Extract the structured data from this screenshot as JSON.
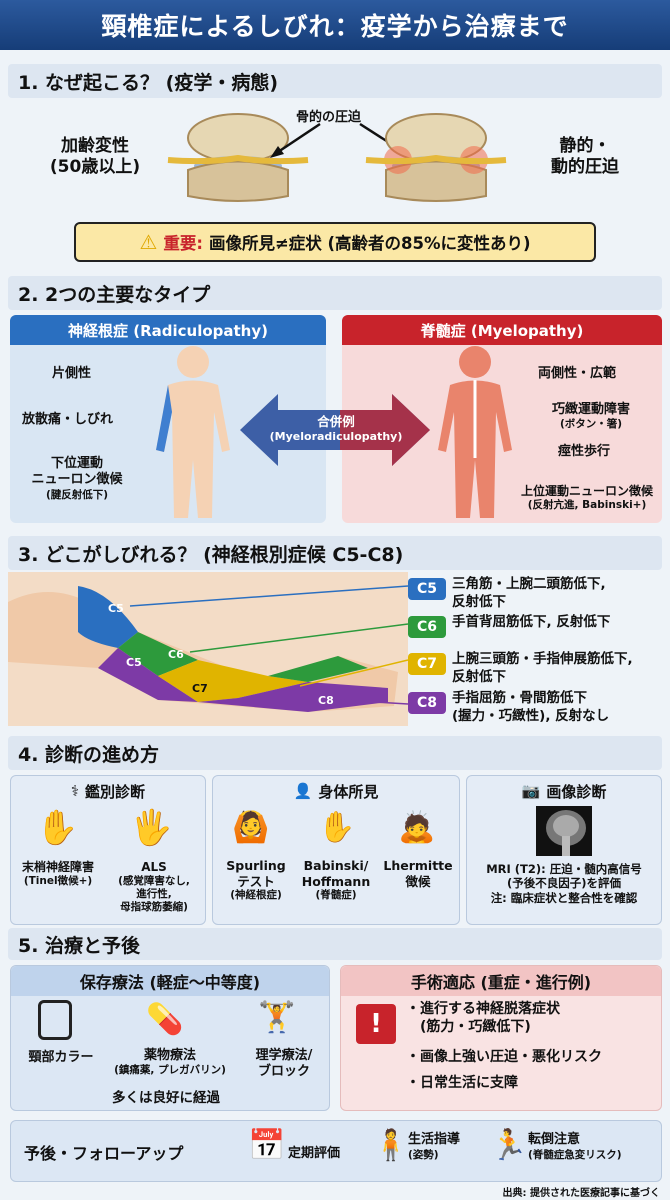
{
  "title": "頸椎症によるしびれ：疫学から治療まで",
  "s1": {
    "heading": "1. なぜ起こる？ (疫学・病態)",
    "left1": "加齢変性",
    "left2": "(50歳以上)",
    "compress": "骨的の圧迫",
    "right1": "静的・",
    "right2": "動的圧迫",
    "warn_label": "重要:",
    "warn_text": "画像所見≠症状 (高齢者の85%に変性あり)"
  },
  "s2": {
    "heading": "2. 2つの主要なタイプ",
    "radic": {
      "title": "神経根症 (Radiculopathy)",
      "f1": "片側性",
      "f2": "放散痛・しびれ",
      "f3a": "下位運動",
      "f3b": "ニューロン徴候",
      "f3c": "(腱反射低下)"
    },
    "myelo": {
      "title": "脊髄症 (Myelopathy)",
      "f1": "両側性・広範",
      "f2a": "巧緻運動障害",
      "f2b": "(ボタン・箸)",
      "f3": "痙性歩行",
      "f4a": "上位運動ニューロン徴候",
      "f4b": "(反射亢進, Babinski+)"
    },
    "both1": "合併例",
    "both2": "(Myeloradiculopathy)"
  },
  "s3": {
    "heading": "3. どこがしびれる？ (神経根別症候 C5-C8)",
    "roots": [
      {
        "tag": "C5",
        "color": "#2a6fc0",
        "l1": "三角筋・上腕二頭筋低下,",
        "l2": "反射低下"
      },
      {
        "tag": "C6",
        "color": "#2d9a3c",
        "l1": "手首背屈筋低下, 反射低下",
        "l2": ""
      },
      {
        "tag": "C7",
        "color": "#e0b400",
        "l1": "上腕三頭筋・手指伸展筋低下,",
        "l2": "反射低下"
      },
      {
        "tag": "C8",
        "color": "#7d3aa6",
        "l1": "手指屈筋・骨間筋低下",
        "l2": "(握力・巧緻性), 反射なし"
      }
    ],
    "arm": {
      "c5a": "C5",
      "c6": "C6",
      "c5b": "C5",
      "c7": "C7",
      "c8": "C8"
    }
  },
  "s4": {
    "heading": "4. 診断の進め方",
    "diff": {
      "title": "鑑別診断",
      "a1": "末梢神経障害",
      "a2": "(Tinel徴候+)",
      "b1": "ALS",
      "b2": "(感覚障害なし,",
      "b3": "進行性,",
      "b4": "母指球筋萎縮)"
    },
    "phys": {
      "title": "身体所見",
      "a1": "Spurling",
      "a2": "テスト",
      "a3": "(神経根症)",
      "b1": "Babinski/",
      "b2": "Hoffmann",
      "b3": "(脊髄症)",
      "c1": "Lhermitte",
      "c2": "徴候"
    },
    "img": {
      "title": "画像診断",
      "l1": "MRI (T2): 圧迫・髄内高信号",
      "l2": "(予後不良因子)を評価",
      "l3": "注: 臨床症状と整合性を確認"
    }
  },
  "s5": {
    "heading": "5. 治療と予後",
    "cons": {
      "title": "保存療法 (軽症〜中等度)",
      "a": "頸部カラー",
      "b1": "薬物療法",
      "b2": "(鎮痛薬, プレガバリン)",
      "c1": "理学療法/",
      "c2": "ブロック",
      "note": "多くは良好に経過"
    },
    "surg": {
      "title": "手術適応 (重症・進行例)",
      "i1a": "・進行する神経脱落症状",
      "i1b": "(筋力・巧緻低下)",
      "i2": "・画像上強い圧迫・悪化リスク",
      "i3": "・日常生活に支障"
    },
    "prog": {
      "title": "予後・フォローアップ",
      "a": "定期評価",
      "b1": "生活指導",
      "b2": "(姿勢)",
      "c1": "転倒注意",
      "c2": "(脊髄症急変リスク)"
    }
  },
  "source": "出典: 提供された医療記事に基づく",
  "colors": {
    "header": "#1f4a8a",
    "blue": "#2a6fc0",
    "red": "#c8232b",
    "warn": "#fbe8a6"
  }
}
